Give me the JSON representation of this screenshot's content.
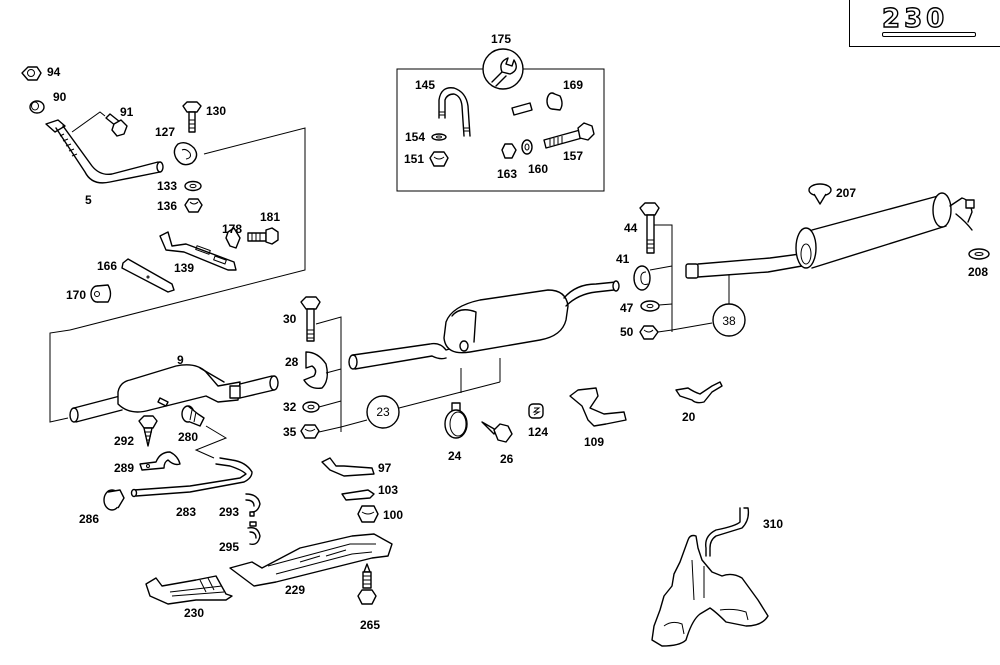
{
  "model_badge": {
    "text": "230"
  },
  "kit": {
    "callout": "175",
    "icon": "wrench-icon"
  },
  "parts": {
    "p94": "94",
    "p90": "90",
    "p91": "91",
    "p5": "5",
    "p130": "130",
    "p127": "127",
    "p133": "133",
    "p136": "136",
    "p178": "178",
    "p181": "181",
    "p139": "139",
    "p166": "166",
    "p170": "170",
    "p145": "145",
    "p154": "154",
    "p151": "151",
    "p169": "169",
    "p163": "163",
    "p160": "160",
    "p157": "157",
    "p9": "9",
    "p30": "30",
    "p28": "28",
    "p32": "32",
    "p35": "35",
    "p292": "292",
    "p280": "280",
    "p289": "289",
    "p286": "286",
    "p283": "283",
    "p293": "293",
    "p295": "295",
    "p230": "230",
    "p229": "229",
    "p265": "265",
    "p97": "97",
    "p103": "103",
    "p100": "100",
    "p24": "24",
    "p26": "26",
    "p124": "124",
    "p109": "109",
    "p20": "20",
    "p44": "44",
    "p41": "41",
    "p47": "47",
    "p50": "50",
    "p207": "207",
    "p208": "208",
    "p310": "310"
  },
  "reference_circles": {
    "r23": "23",
    "r38": "38"
  }
}
